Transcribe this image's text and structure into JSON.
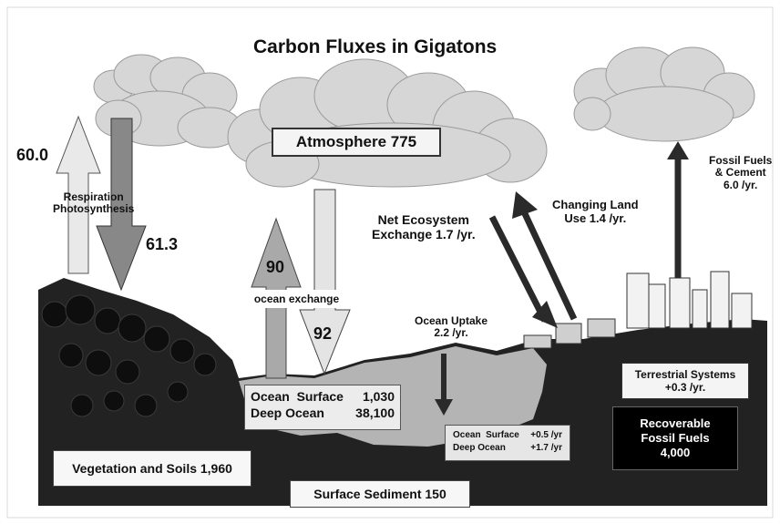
{
  "title": "Carbon Fluxes in Gigatons",
  "atmosphere": {
    "label": "Atmosphere 775"
  },
  "respiration": {
    "value": "60.0",
    "label_line1": "Respiration",
    "label_line2": "Photosynthesis"
  },
  "photosynthesis": {
    "value": "61.3"
  },
  "ocean_exchange": {
    "up_value": "90",
    "down_value": "92",
    "label": "ocean exchange"
  },
  "net_ecosystem": {
    "line1": "Net Ecosystem",
    "line2": "Exchange 1.7 /yr."
  },
  "land_use": {
    "line1": "Changing Land",
    "line2": "Use 1.4 /yr."
  },
  "fossil_fuels_flux": {
    "line1": "Fossil Fuels",
    "line2": "& Cement",
    "line3": "6.0 /yr."
  },
  "ocean_uptake": {
    "line1": "Ocean Uptake",
    "line2": "2.2 /yr."
  },
  "ocean_stock": {
    "surface_label": "Ocean  Surface",
    "surface_value": "1,030",
    "deep_label": "Deep Ocean",
    "deep_value": "38,100"
  },
  "ocean_change": {
    "surface_label": "Ocean  Surface",
    "surface_value": "+0.5 /yr",
    "deep_label": "Deep Ocean",
    "deep_value": "+1.7 /yr"
  },
  "terrestrial": {
    "line1": "Terrestrial Systems",
    "line2": "+0.3 /yr."
  },
  "recoverable_fossil": {
    "line1": "Recoverable",
    "line2": "Fossil Fuels",
    "line3": "4,000"
  },
  "vegetation": {
    "label": "Vegetation and Soils 1,960"
  },
  "sediment": {
    "label": "Surface Sediment 150"
  },
  "colors": {
    "cloud": "#d6d6d6",
    "ground": "#222222",
    "ocean": "#b4b4b4",
    "arrow_light": "#e9e9e9",
    "arrow_dark": "#555555",
    "black_box": "#000000"
  }
}
